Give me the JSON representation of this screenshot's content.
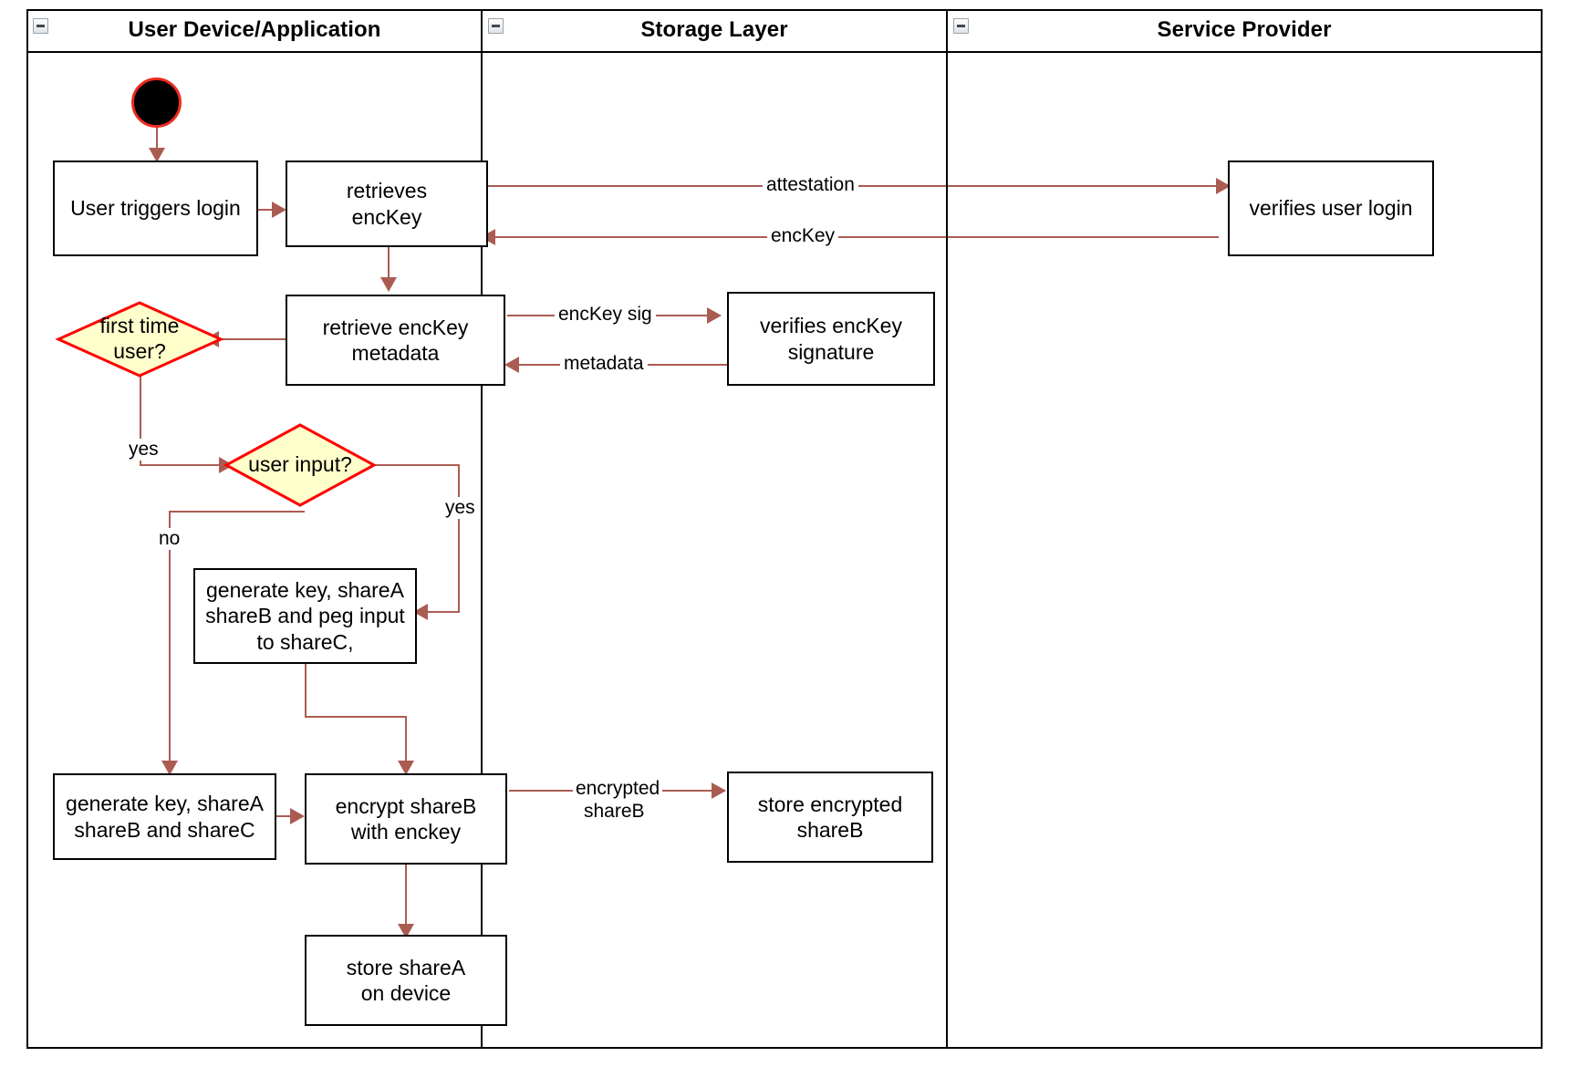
{
  "diagram": {
    "type": "uml-activity-swimlane",
    "title": "Login / key-share provisioning flow"
  },
  "lanes": [
    {
      "id": "user-device",
      "title": "User Device/Application",
      "collapse_icon": "collapse-minus-icon"
    },
    {
      "id": "storage-layer",
      "title": "Storage Layer",
      "collapse_icon": "collapse-minus-icon"
    },
    {
      "id": "service-provider",
      "title": "Service Provider",
      "collapse_icon": "collapse-minus-icon"
    }
  ],
  "nodes": {
    "start": {
      "name": "start-node",
      "shape": "initial-node"
    },
    "user_triggers_login": {
      "text": "User triggers login",
      "shape": "activity"
    },
    "retrieves_enckey": {
      "line1": "retrieves",
      "line2": "encKey",
      "shape": "activity"
    },
    "verifies_user_login": {
      "text": "verifies user login",
      "shape": "activity"
    },
    "retrieve_enckey_metadata": {
      "line1": "retrieve encKey",
      "line2": "metadata",
      "shape": "activity"
    },
    "verifies_enckey_signature": {
      "text": "verifies encKey signature",
      "shape": "activity"
    },
    "first_time_user": {
      "line1": "first time",
      "line2": "user?",
      "shape": "decision"
    },
    "user_input": {
      "text": "user input?",
      "shape": "decision"
    },
    "generate_peg": {
      "line1": "generate key, shareA",
      "line2": "shareB and peg input",
      "line3": "to shareC,",
      "shape": "activity"
    },
    "generate_shares": {
      "line1": "generate key, shareA",
      "line2": "shareB and shareC",
      "shape": "activity"
    },
    "encrypt_shareb": {
      "line1": "encrypt shareB",
      "line2": "with enckey",
      "shape": "activity"
    },
    "store_encrypted_shareb": {
      "line1": "store encrypted",
      "line2": "shareB",
      "shape": "activity"
    },
    "store_sharea": {
      "line1": "store shareA",
      "line2": "on device",
      "shape": "activity"
    }
  },
  "edge_labels": {
    "attestation": "attestation",
    "enckey": "encKey",
    "enckey_sig": "encKey sig",
    "metadata": "metadata",
    "yes_first_time": "yes",
    "yes_user_input": "yes",
    "no_user_input": "no",
    "encrypted_shareb_l1": "encrypted",
    "encrypted_shareb_l2": "shareB"
  },
  "colors": {
    "edge": "#ab5c52",
    "decision_fill": "#ffffcc",
    "decision_stroke": "#ff0000",
    "node_stroke": "#000000",
    "node_fill": "#ffffff",
    "start_fill": "#000000",
    "start_stroke": "#ee2b20",
    "lane_border": "#000000"
  }
}
